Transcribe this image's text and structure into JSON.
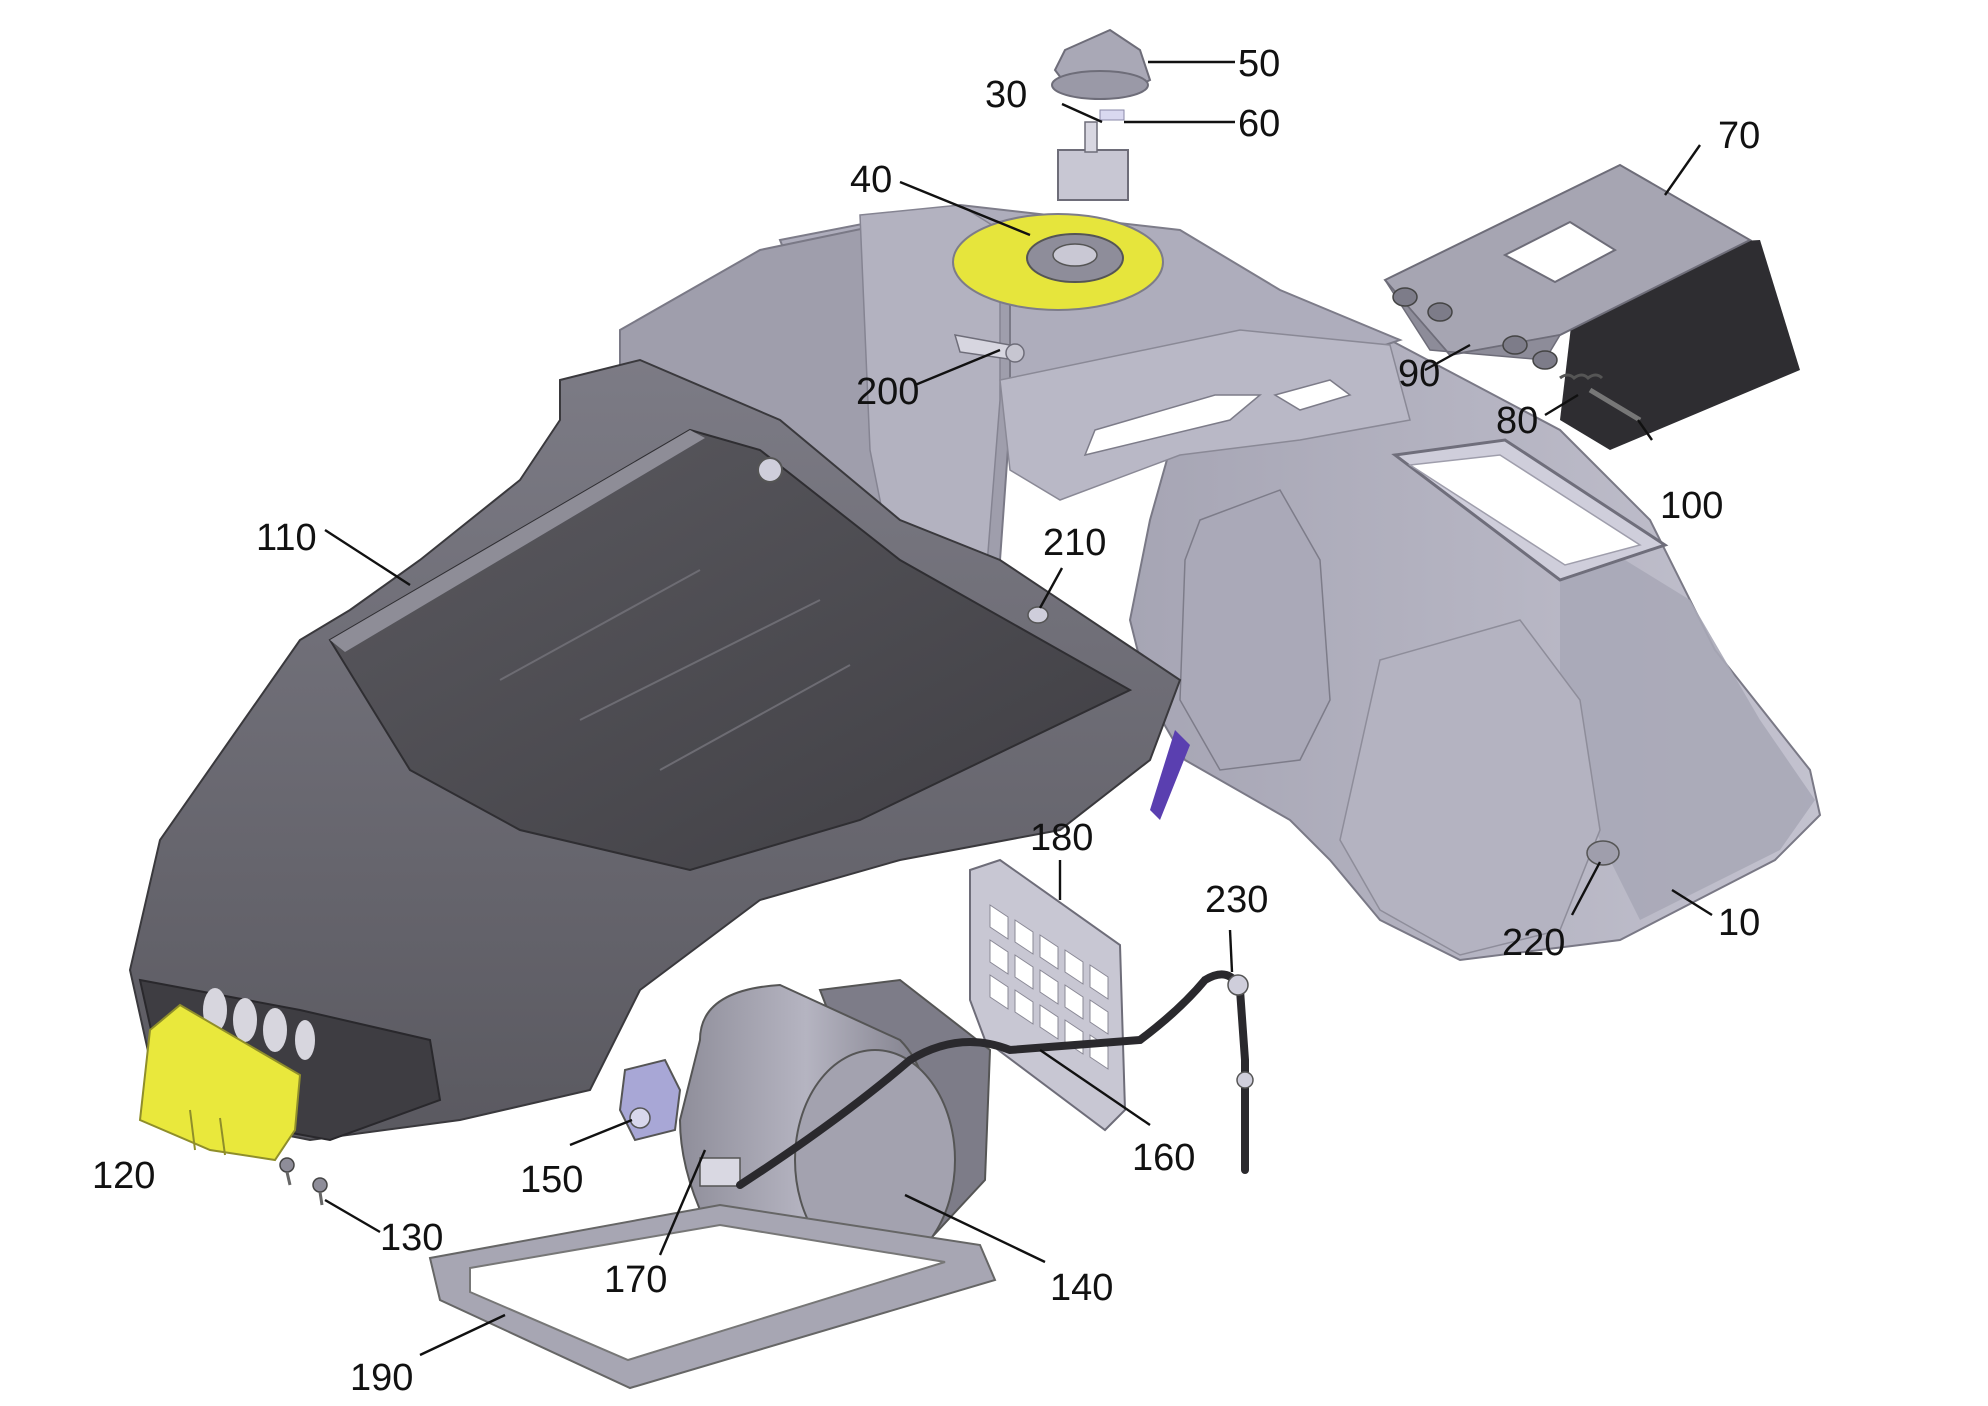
{
  "diagram": {
    "colors": {
      "housing_light": "#b9b8c6",
      "housing_mid": "#9e9dad",
      "housing_dark": "#56555b",
      "tray": "#4e4d52",
      "accent_yellow": "#e6e53c",
      "ink": "#111111"
    },
    "parts": [
      {
        "id": "10",
        "label": "10"
      },
      {
        "id": "30",
        "label": "30"
      },
      {
        "id": "40",
        "label": "40"
      },
      {
        "id": "50",
        "label": "50"
      },
      {
        "id": "60",
        "label": "60"
      },
      {
        "id": "70",
        "label": "70"
      },
      {
        "id": "80",
        "label": "80"
      },
      {
        "id": "90",
        "label": "90"
      },
      {
        "id": "100",
        "label": "100"
      },
      {
        "id": "110",
        "label": "110"
      },
      {
        "id": "120",
        "label": "120"
      },
      {
        "id": "130",
        "label": "130"
      },
      {
        "id": "140",
        "label": "140"
      },
      {
        "id": "150",
        "label": "150"
      },
      {
        "id": "160",
        "label": "160"
      },
      {
        "id": "170",
        "label": "170"
      },
      {
        "id": "180",
        "label": "180"
      },
      {
        "id": "190",
        "label": "190"
      },
      {
        "id": "200",
        "label": "200"
      },
      {
        "id": "210",
        "label": "210"
      },
      {
        "id": "220",
        "label": "220"
      },
      {
        "id": "230",
        "label": "230"
      }
    ]
  }
}
